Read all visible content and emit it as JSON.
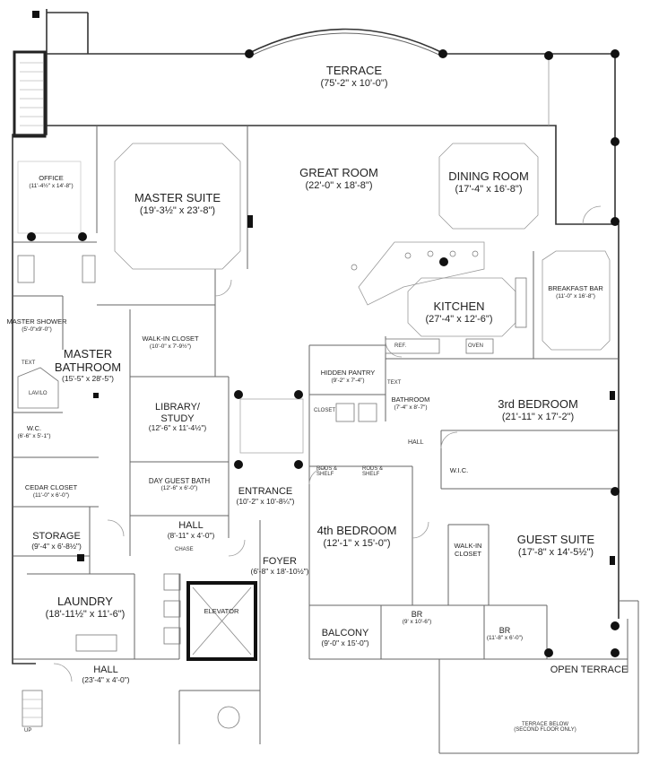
{
  "rooms": {
    "terrace": {
      "name": "TERRACE",
      "dim": "(75'-2\" x 10'-0\")"
    },
    "great_room": {
      "name": "GREAT ROOM",
      "dim": "(22'-0\" x 18'-8\")"
    },
    "dining_room": {
      "name": "DINING ROOM",
      "dim": "(17'-4\" x 16'-8\")"
    },
    "master_suite": {
      "name": "MASTER SUITE",
      "dim": "(19'-3½\" x 23'-8\")"
    },
    "office": {
      "name": "OFFICE",
      "dim": "(11'-4½\" x 14'-8\")"
    },
    "kitchen": {
      "name": "KITCHEN",
      "dim": "(27'-4\" x 12'-6\")"
    },
    "breakfast_bar": {
      "name": "BREAKFAST BAR",
      "dim": "(11'-0\" x 16'-8\")"
    },
    "master_shower": {
      "name": "MASTER SHOWER",
      "dim": "(5'-0\"x9'-0\")"
    },
    "walk_in_closet_master": {
      "name": "WALK-IN CLOSET",
      "dim": "(10'-0\" x 7'-9½\")"
    },
    "master_bathroom": {
      "name": "MASTER BATHROOM",
      "dim": "(15'-5\" x 28'-5\")"
    },
    "hidden_pantry": {
      "name": "HIDDEN PANTRY",
      "dim": "(9'-2\" x 7'-4\")"
    },
    "bathroom": {
      "name": "BATHROOM",
      "dim": "(7'-4\" x 8'-7\")"
    },
    "third_bedroom": {
      "name": "3rd BEDROOM",
      "dim": "(21'-11\" x 17'-2\")"
    },
    "library": {
      "name": "LIBRARY/ STUDY",
      "dim": "(12'-6\" x 11'-4½\")"
    },
    "wc_master": {
      "name": "W.C.",
      "dim": "(6'-6\" x 5'-1\")"
    },
    "cedar_closet": {
      "name": "CEDAR CLOSET",
      "dim": "(11'-0\" x 6'-0\")"
    },
    "day_guest_bath": {
      "name": "DAY GUEST BATH",
      "dim": "(12'-6\" x 6'-0\")"
    },
    "entrance": {
      "name": "ENTRANCE",
      "dim": "(10'-2\" x 10'-8¼\")"
    },
    "fourth_bedroom": {
      "name": "4th BEDROOM",
      "dim": "(12'-1\" x 15'-0\")"
    },
    "guest_suite": {
      "name": "GUEST SUITE",
      "dim": "(17'-8\" x 14'-5½\")"
    },
    "storage": {
      "name": "STORAGE",
      "dim": "(9'-4\" x 6'-8½\")"
    },
    "hall_small": {
      "name": "HALL",
      "dim": "(8'-11\" x 4'-0\")"
    },
    "foyer": {
      "name": "FOYER",
      "dim": "(6'-8\" x 18'-10½\")"
    },
    "laundry": {
      "name": "LAUNDRY",
      "dim": "(18'-11½\" x 11'-6\")"
    },
    "elevator": {
      "name": "ELEVATOR",
      "dim": ""
    },
    "balcony": {
      "name": "BALCONY",
      "dim": "(9'-0\" x 15'-0\")"
    },
    "br_left": {
      "name": "BR",
      "dim": "(9' x 10'-6\")"
    },
    "br_right": {
      "name": "BR",
      "dim": "(11'-8\" x 6'-0\")"
    },
    "open_terrace": {
      "name": "OPEN TERRACE",
      "dim": ""
    },
    "hall_bottom": {
      "name": "HALL",
      "dim": "(23'-4\" x 4'-0\")"
    },
    "walk_in_closet_guest": {
      "name": "WALK-IN CLOSET",
      "dim": ""
    },
    "wic": {
      "name": "W.I.C.",
      "dim": ""
    }
  },
  "labels": {
    "hall_mid": "HALL",
    "ref": "REF.",
    "oven": "OVEN",
    "closet": "CLOSET",
    "laundry_note": "CHASE",
    "terrace_below": "TERRACE BELOW (SECOND FLOOR ONLY)",
    "text_a": "TEXT",
    "text_b": "TEXT",
    "lavo": "LAV/LO",
    "up": "UP",
    "rods_a": "RODS & SHELF",
    "rods_b": "RODS & SHELF"
  },
  "colors": {
    "wall": "#333333",
    "column": "#111111"
  }
}
